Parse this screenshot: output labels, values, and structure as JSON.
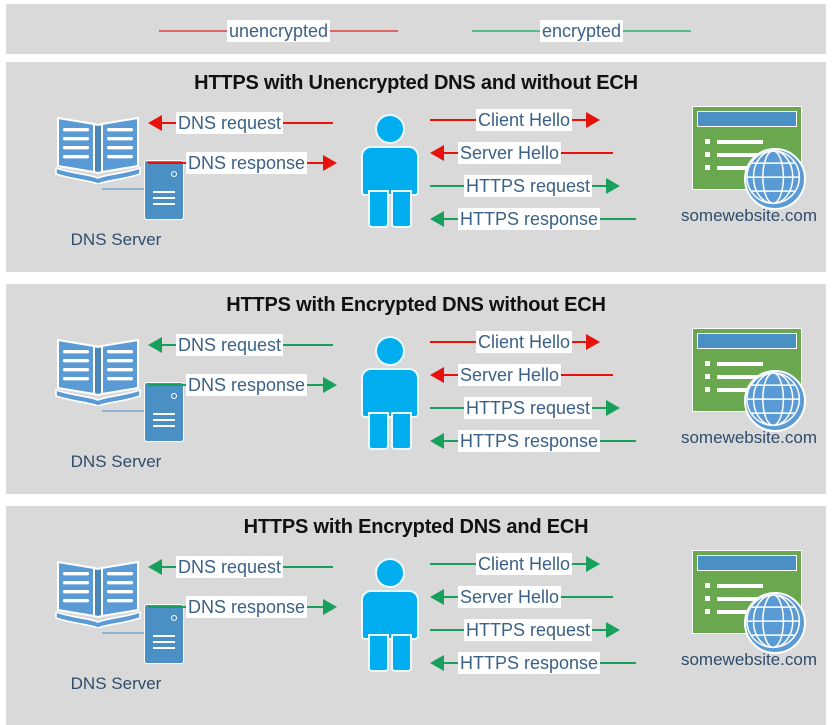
{
  "legend": {
    "items": [
      {
        "label": "unencrypted",
        "color": "#e06666",
        "kind": "unencrypted"
      },
      {
        "label": "encrypted",
        "color": "#57bb8a",
        "kind": "encrypted"
      }
    ]
  },
  "colors": {
    "panel_background": "#d9d9d9",
    "page_background": "#ffffff",
    "unencrypted_line": "#e06666",
    "unencrypted_arrow": "#e8120c",
    "encrypted_line": "#57bb8a",
    "encrypted_arrow": "#17a05c",
    "label_text": "#3b6186",
    "title_text": "#111111",
    "person": "#00adee",
    "server": "#4a90c4",
    "browser": "#6aa84f",
    "globe": "#5b9bd5"
  },
  "nodes": {
    "dns_server_label": "DNS Server",
    "dns_server_icon": "book-and-server-icon",
    "client_icon": "person-icon",
    "website_label": "somewebsite.com",
    "website_icon": "browser-window-globe-icon"
  },
  "panels": [
    {
      "id": "panel-1",
      "title": "HTTPS with Unencrypted DNS and without ECH",
      "dns_flows": [
        {
          "label": "DNS request",
          "direction": "left",
          "encrypted": false
        },
        {
          "label": "DNS response",
          "direction": "right",
          "encrypted": false
        }
      ],
      "web_flows": [
        {
          "label": "Client Hello",
          "direction": "right",
          "encrypted": false
        },
        {
          "label": "Server Hello",
          "direction": "left",
          "encrypted": false
        },
        {
          "label": "HTTPS request",
          "direction": "right",
          "encrypted": true
        },
        {
          "label": "HTTPS response",
          "direction": "left",
          "encrypted": true
        }
      ]
    },
    {
      "id": "panel-2",
      "title": "HTTPS with Encrypted DNS without ECH",
      "dns_flows": [
        {
          "label": "DNS request",
          "direction": "left",
          "encrypted": true
        },
        {
          "label": "DNS response",
          "direction": "right",
          "encrypted": true
        }
      ],
      "web_flows": [
        {
          "label": "Client Hello",
          "direction": "right",
          "encrypted": false
        },
        {
          "label": "Server Hello",
          "direction": "left",
          "encrypted": false
        },
        {
          "label": "HTTPS request",
          "direction": "right",
          "encrypted": true
        },
        {
          "label": "HTTPS response",
          "direction": "left",
          "encrypted": true
        }
      ]
    },
    {
      "id": "panel-3",
      "title": "HTTPS with Encrypted DNS and ECH",
      "dns_flows": [
        {
          "label": "DNS request",
          "direction": "left",
          "encrypted": true
        },
        {
          "label": "DNS response",
          "direction": "right",
          "encrypted": true
        }
      ],
      "web_flows": [
        {
          "label": "Client Hello",
          "direction": "right",
          "encrypted": true
        },
        {
          "label": "Server Hello",
          "direction": "left",
          "encrypted": true
        },
        {
          "label": "HTTPS request",
          "direction": "right",
          "encrypted": true
        },
        {
          "label": "HTTPS response",
          "direction": "left",
          "encrypted": true
        }
      ]
    }
  ]
}
